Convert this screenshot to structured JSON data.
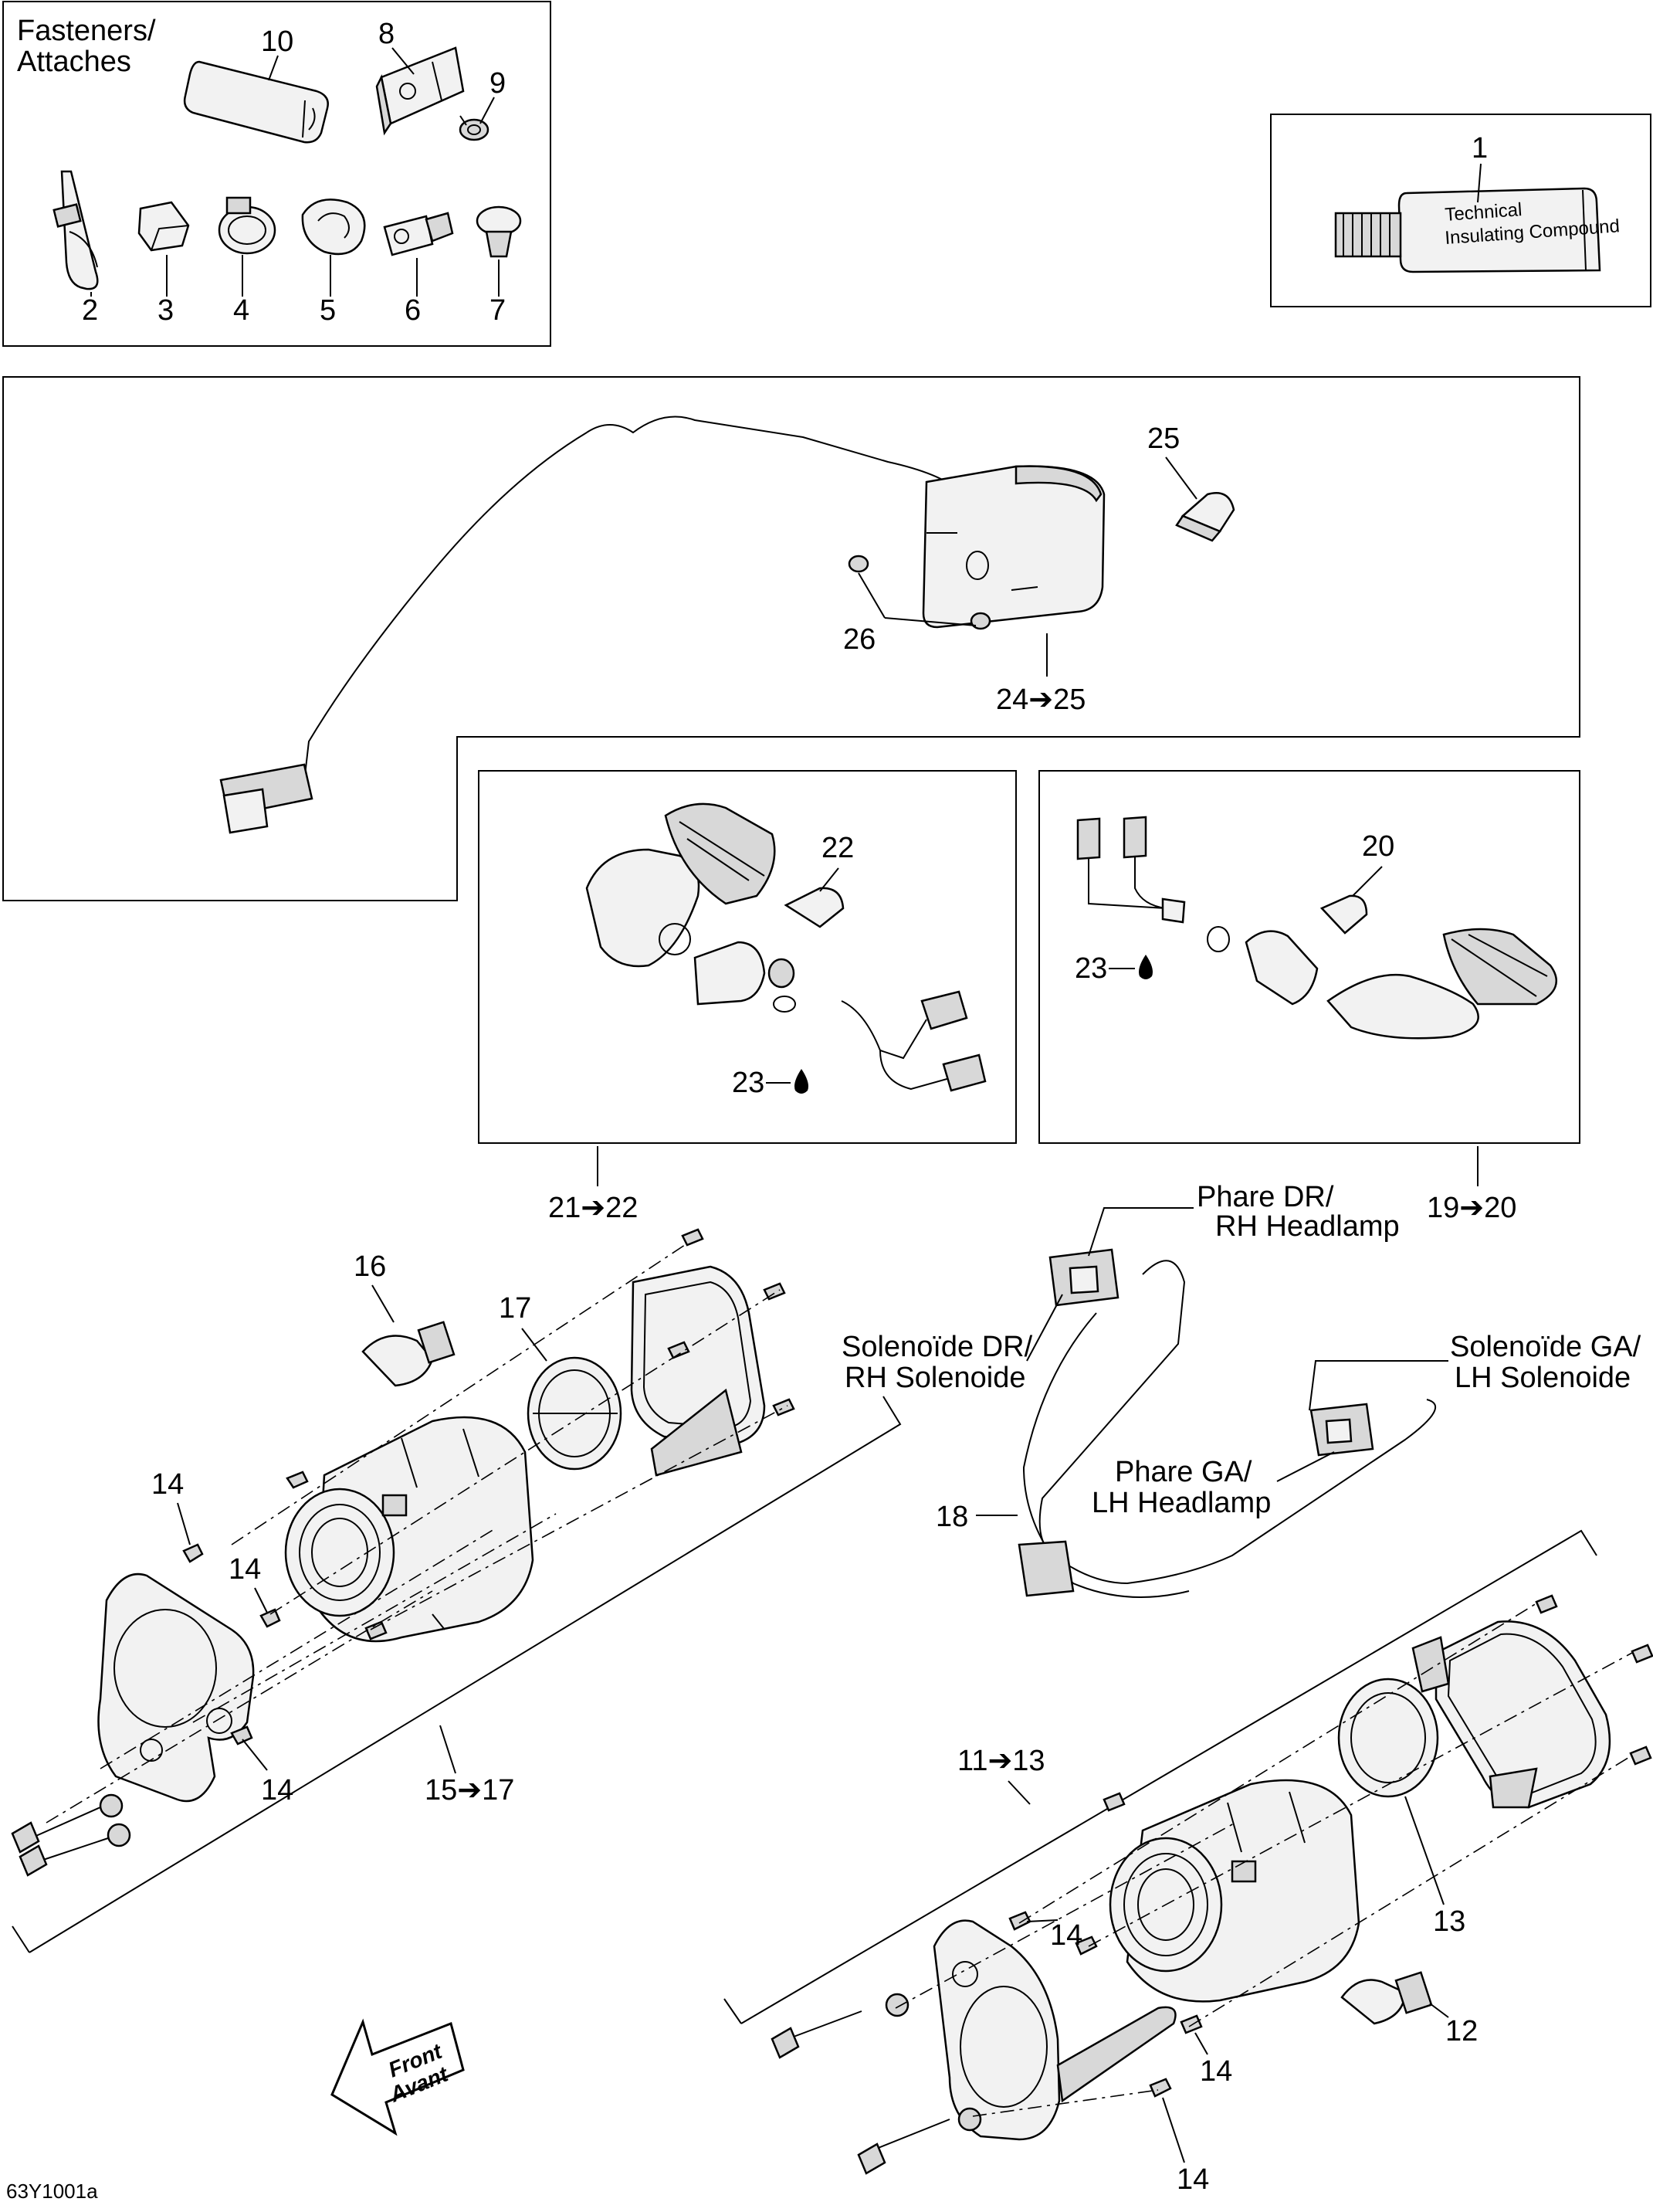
{
  "fasteners_title": [
    "Fasteners/",
    "Attaches"
  ],
  "callouts": {
    "c1": "1",
    "c2": "2",
    "c3": "3",
    "c4": "4",
    "c5": "5",
    "c6": "6",
    "c7": "7",
    "c8": "8",
    "c9": "9",
    "c10": "10",
    "c11_13": "11➔13",
    "c12": "12",
    "c13": "13",
    "c14a": "14",
    "c14b": "14",
    "c14c": "14",
    "c14d": "14",
    "c14e": "14",
    "c14f": "14",
    "c15_17": "15➔17",
    "c16": "16",
    "c17": "17",
    "c18": "18",
    "c19_20": "19➔20",
    "c20": "20",
    "c21_22": "21➔22",
    "c22": "22",
    "c23a": "23",
    "c23b": "23",
    "c24_25": "24➔25",
    "c25": "25",
    "c26": "26"
  },
  "harness_labels": {
    "rh_headlamp": [
      "Phare DR/",
      "RH Headlamp"
    ],
    "rh_solenoid": [
      "Solenoïde DR/",
      "RH Solenoide"
    ],
    "lh_solenoid": [
      "Solenoïde GA/",
      "LH Solenoide"
    ],
    "lh_headlamp": [
      "Phare GA/",
      "LH Headlamp"
    ]
  },
  "front_arrow": [
    "Front",
    "Avant"
  ],
  "figure_code": "63Y1001a",
  "tube_text": [
    "Technical",
    "Insulating Compound"
  ]
}
